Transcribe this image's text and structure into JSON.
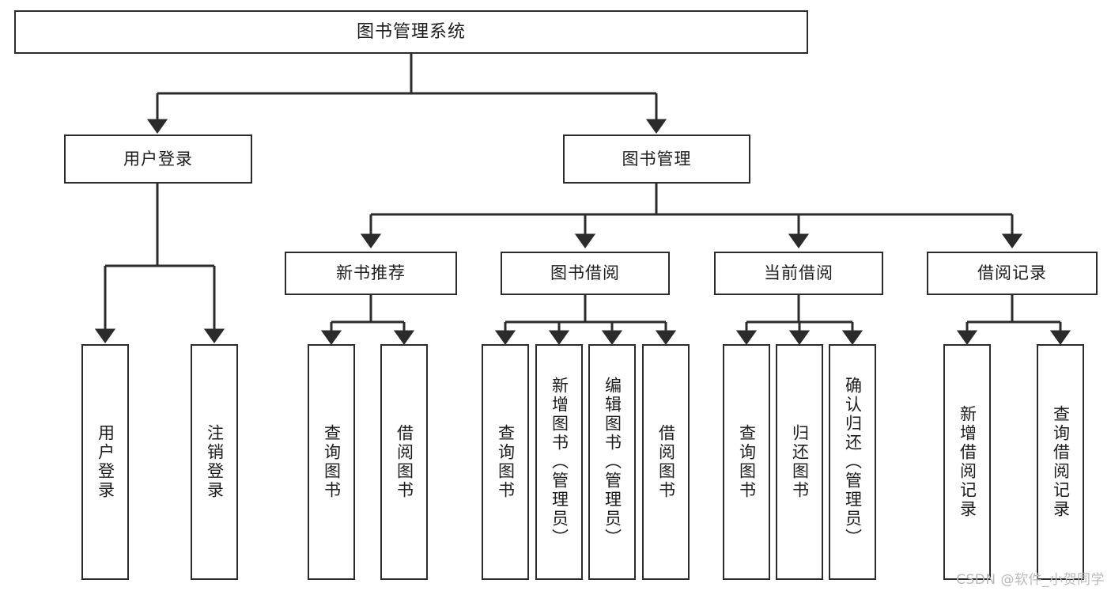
{
  "diagram": {
    "type": "tree-hierarchy-chart",
    "title": "图书管理系统",
    "background_color": "#ffffff",
    "stroke_color": "#2b2b2b",
    "text_color": "#1c1c1c",
    "root": {
      "id": "root",
      "label": "图书管理系统",
      "orientation": "horizontal"
    },
    "level1": [
      {
        "id": "user-login",
        "label": "用户登录",
        "orientation": "horizontal"
      },
      {
        "id": "book-manage",
        "label": "图书管理",
        "orientation": "horizontal"
      }
    ],
    "level2": [
      {
        "id": "new-book-recommend",
        "label": "新书推荐",
        "orientation": "horizontal",
        "parent": "book-manage"
      },
      {
        "id": "book-borrow",
        "label": "图书借阅",
        "orientation": "horizontal",
        "parent": "book-manage"
      },
      {
        "id": "current-borrow",
        "label": "当前借阅",
        "orientation": "horizontal",
        "parent": "book-manage"
      },
      {
        "id": "borrow-record",
        "label": "借阅记录",
        "orientation": "horizontal",
        "parent": "book-manage"
      }
    ],
    "leaves": [
      {
        "id": "leaf-user-login",
        "label": "用户登录",
        "parent": "user-login"
      },
      {
        "id": "leaf-logout-login",
        "label": "注销登录",
        "parent": "user-login"
      },
      {
        "id": "leaf-query-book-1",
        "label": "查询图书",
        "parent": "new-book-recommend"
      },
      {
        "id": "leaf-borrow-book-1",
        "label": "借阅图书",
        "parent": "new-book-recommend"
      },
      {
        "id": "leaf-query-book-2",
        "label": "查询图书",
        "parent": "book-borrow"
      },
      {
        "id": "leaf-add-book",
        "label": "新增图书（管理员）",
        "parent": "book-borrow"
      },
      {
        "id": "leaf-edit-book",
        "label": "编辑图书（管理员）",
        "parent": "book-borrow"
      },
      {
        "id": "leaf-borrow-book-2",
        "label": "借阅图书",
        "parent": "book-borrow"
      },
      {
        "id": "leaf-query-book-3",
        "label": "查询图书",
        "parent": "current-borrow"
      },
      {
        "id": "leaf-return-book",
        "label": "归还图书",
        "parent": "current-borrow"
      },
      {
        "id": "leaf-confirm-return",
        "label": "确认归还（管理员）",
        "parent": "current-borrow"
      },
      {
        "id": "leaf-add-record",
        "label": "新增借阅记录",
        "parent": "borrow-record"
      },
      {
        "id": "leaf-query-record",
        "label": "查询借阅记录",
        "parent": "borrow-record"
      }
    ]
  },
  "watermark": {
    "text": "CSDN @软件_小贺同学"
  }
}
